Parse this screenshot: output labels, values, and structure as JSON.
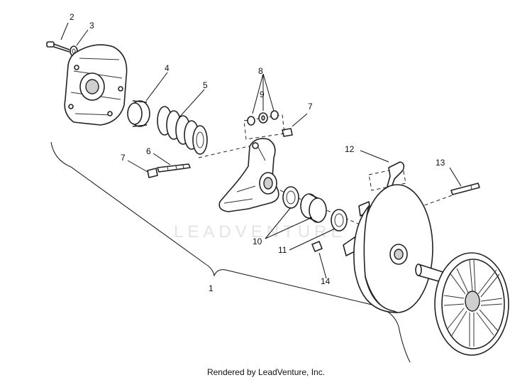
{
  "watermark": "LEADVENTURE",
  "footer": "Rendered by LeadVenture, Inc.",
  "callouts": {
    "c1": "1",
    "c2": "2",
    "c3": "3",
    "c4": "4",
    "c5": "5",
    "c6": "6",
    "c7a": "7",
    "c7b": "7",
    "c8": "8",
    "c9": "9",
    "c10": "10",
    "c11": "11",
    "c12": "12",
    "c13": "13",
    "c14": "14"
  }
}
